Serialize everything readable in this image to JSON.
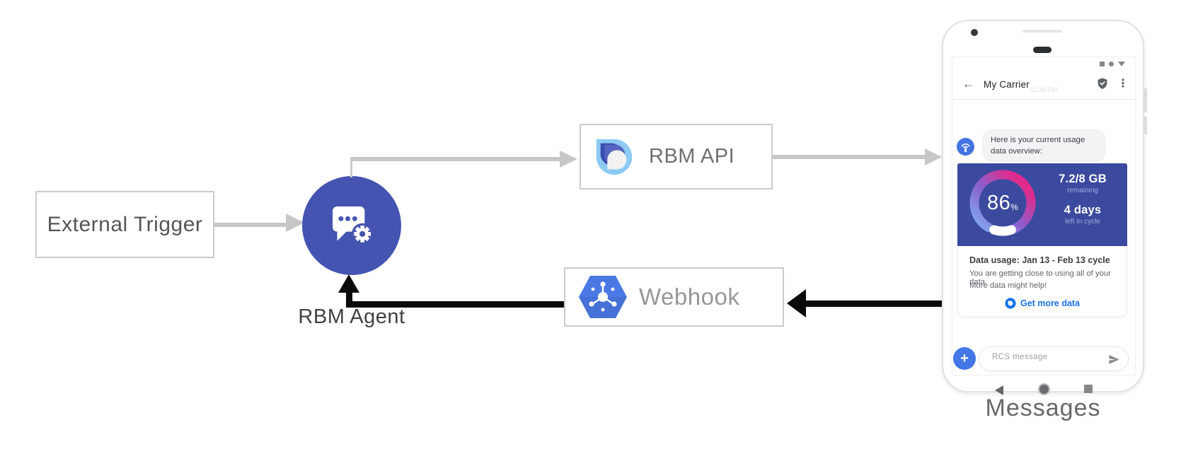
{
  "diagram": {
    "nodes": {
      "external_trigger": "External Trigger",
      "rbm_agent": "RBM Agent",
      "rbm_api": "RBM API",
      "webhook": "Webhook"
    },
    "phone_caption": "Messages",
    "colors": {
      "arrow_gray": "#c7c7c7",
      "arrow_black": "#0b0b0b",
      "agent_circle_blue": "#4454b0",
      "webhook_hexagon_blue": "#4b79e4",
      "rbm_api_light_blue": "#8ccaf4"
    }
  },
  "phone": {
    "header": {
      "back_icon": "←",
      "title": "My Carrier",
      "menu_icon": "⋮",
      "timestamp_faint": "12:30 PM"
    },
    "conversation": {
      "bot_message": "Here is your current usage data overview:"
    },
    "usage_card": {
      "gauge": {
        "type": "donut",
        "percent": 86,
        "gradient": [
          "#7fb0f0",
          "#8b5fd0",
          "#e91e8c"
        ],
        "remainder_color": "#ffffff",
        "background": "#3b4a9e"
      },
      "percent_value": "86",
      "percent_unit": "%",
      "remaining_value": "7.2/8 GB",
      "remaining_label": "remaining",
      "cycle_value": "4 days",
      "cycle_label": "left in cycle",
      "heading": "Data usage: Jan 13 - Feb 13 cycle",
      "body_line1": "You are getting close to using all of your data.",
      "body_line2": "More data might help!",
      "cta_label": "Get more data",
      "cta_color": "#1a73e8"
    },
    "composer": {
      "plus_icon": "+",
      "placeholder": "RCS message"
    }
  }
}
